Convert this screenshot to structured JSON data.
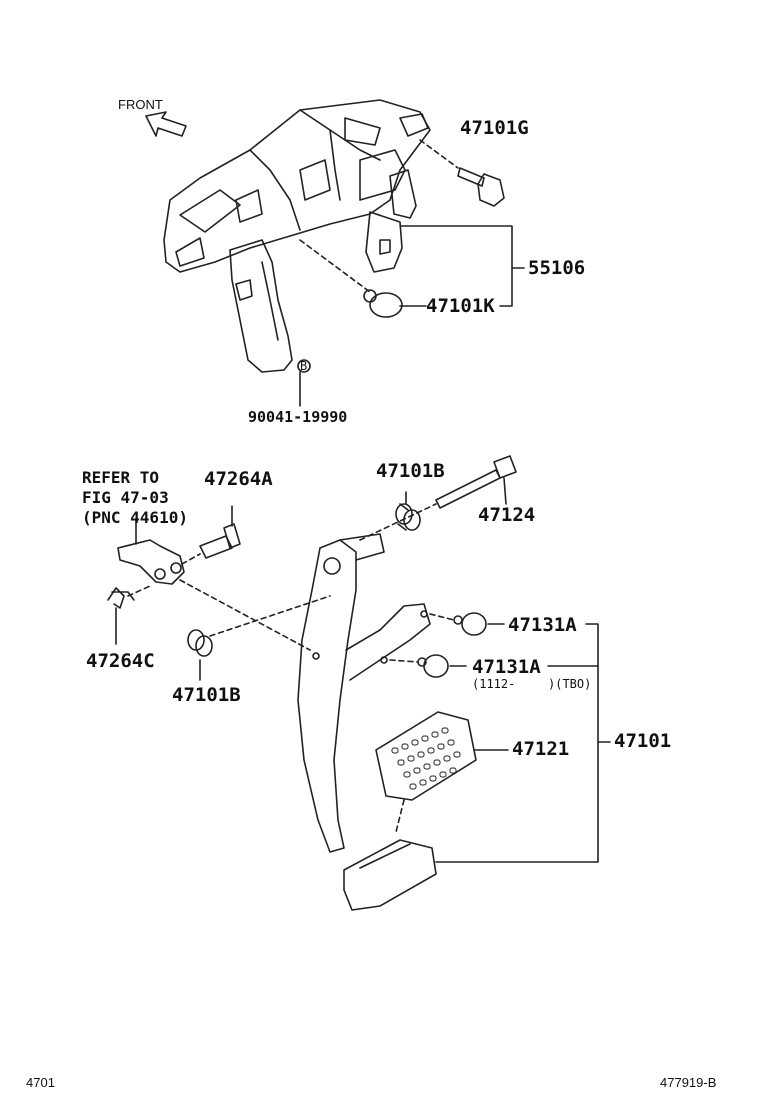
{
  "diagram": {
    "front_label": "FRONT",
    "circle_mark": "B",
    "labels": {
      "p47101G": "47101G",
      "p55106": "55106",
      "p47101K": "47101K",
      "p90041": "90041-19990",
      "p47264A": "47264A",
      "p47101B_top": "47101B",
      "p47124": "47124",
      "p47131A_1": "47131A",
      "p47131A_2": "47131A",
      "p47131A_note_left": "(1112-",
      "p47131A_note_right": ")(TBO)",
      "p47264C": "47264C",
      "p47101B_bottom": "47101B",
      "p47121": "47121",
      "p47101": "47101"
    },
    "refer_note": {
      "line1": "REFER TO",
      "line2": "FIG 47-03",
      "line3": "(PNC 44610)"
    },
    "footer": {
      "fig_number": "4701",
      "illustration_id": "477919-B"
    }
  }
}
